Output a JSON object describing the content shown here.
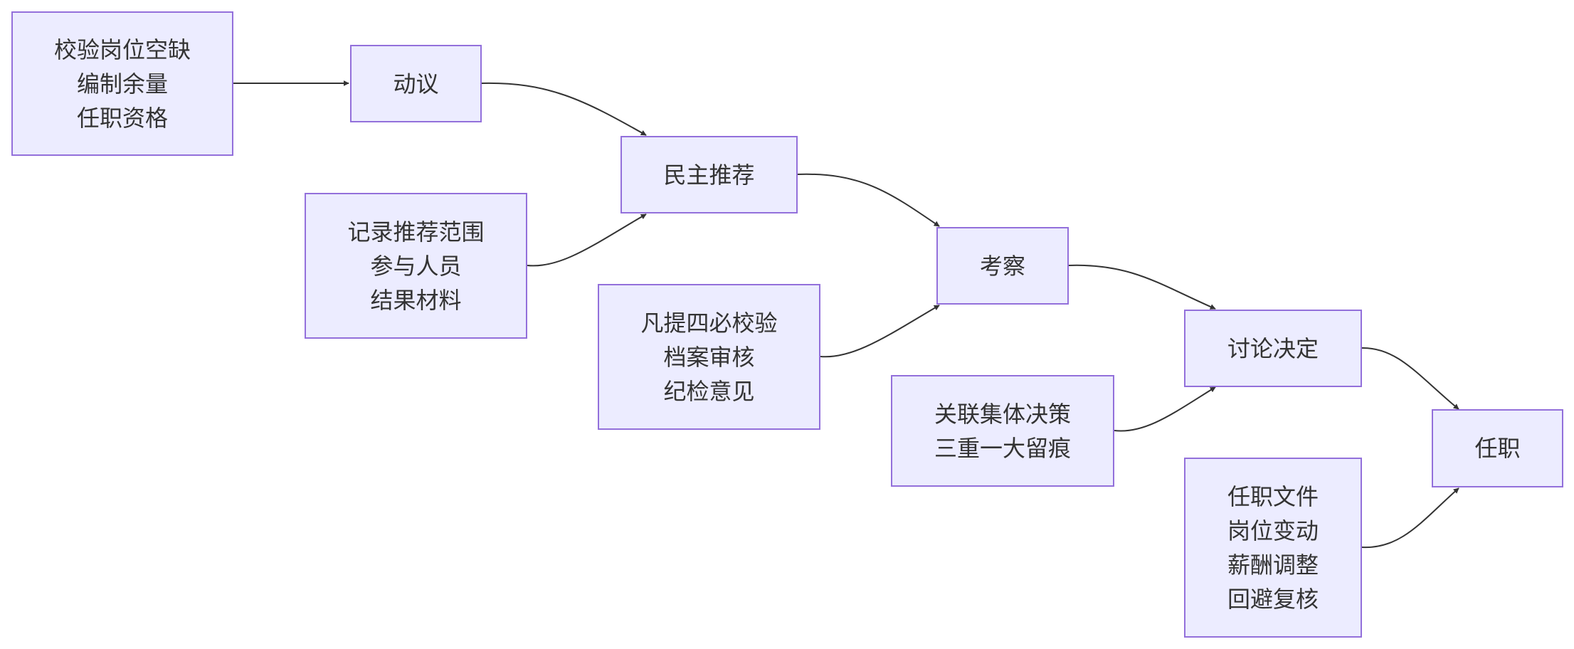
{
  "diagram": {
    "nodes": {
      "check": [
        "校验岗位空缺",
        "编制余量",
        "任职资格"
      ],
      "motion": [
        "动议"
      ],
      "recommend": [
        "民主推荐"
      ],
      "record": [
        "记录推荐范围",
        "参与人员",
        "结果材料"
      ],
      "inspect": [
        "考察"
      ],
      "verify": [
        "凡提四必校验",
        "档案审核",
        "纪检意见"
      ],
      "discuss": [
        "讨论决定"
      ],
      "collective": [
        "关联集体决策",
        "三重一大留痕"
      ],
      "appoint": [
        "任职"
      ],
      "documents": [
        "任职文件",
        "岗位变动",
        "薪酬调整",
        "回避复核"
      ]
    }
  },
  "colors": {
    "node_fill": "#ececff",
    "node_border": "#9370db",
    "edge": "#333333",
    "text": "#333333"
  }
}
